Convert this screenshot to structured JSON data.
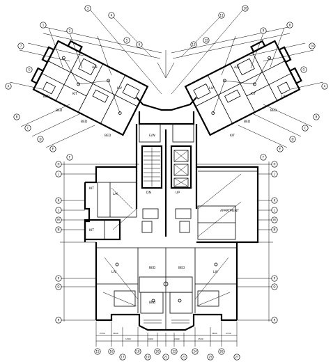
{
  "drawing": {
    "type": "electrical floor plan",
    "line_color": "#000000",
    "background": "#ffffff"
  },
  "room_labels": [
    {
      "id": "r1",
      "text": "A/B"
    },
    {
      "id": "r2",
      "text": "KIT"
    },
    {
      "id": "r3",
      "text": "LIV"
    },
    {
      "id": "r4",
      "text": "BED"
    },
    {
      "id": "r5",
      "text": "BED"
    },
    {
      "id": "r6",
      "text": "KIT"
    },
    {
      "id": "r7",
      "text": "LIV"
    },
    {
      "id": "r8",
      "text": "A/B"
    },
    {
      "id": "r9",
      "text": "E/W"
    },
    {
      "id": "r10",
      "text": "BED"
    },
    {
      "id": "r11",
      "text": "KIT"
    },
    {
      "id": "r12",
      "text": "BED"
    },
    {
      "id": "r13",
      "text": "LIV"
    },
    {
      "id": "r14",
      "text": "BED"
    },
    {
      "id": "r15",
      "text": "BED"
    },
    {
      "id": "r16",
      "text": "L/K"
    },
    {
      "id": "r17",
      "text": "DN"
    },
    {
      "id": "r18",
      "text": "UP"
    },
    {
      "id": "r19",
      "text": "LIV"
    },
    {
      "id": "r20",
      "text": "BED"
    },
    {
      "id": "r21",
      "text": "BED"
    },
    {
      "id": "r22",
      "text": "LIV"
    },
    {
      "id": "r23",
      "text": "KIT"
    },
    {
      "id": "r24",
      "text": "KIT"
    },
    {
      "id": "r25",
      "text": "APARTMENT"
    },
    {
      "id": "r26",
      "text": "BED"
    }
  ],
  "dimension_labels": [
    {
      "id": "d1",
      "text": "2700"
    },
    {
      "id": "d2",
      "text": "3600"
    },
    {
      "id": "d3",
      "text": "1500"
    },
    {
      "id": "d4",
      "text": "2400"
    },
    {
      "id": "d5",
      "text": "2400"
    },
    {
      "id": "d6",
      "text": "1500"
    },
    {
      "id": "d7",
      "text": "3600"
    },
    {
      "id": "d8",
      "text": "2700"
    }
  ],
  "axis_bubbles": {
    "top_left": [
      "1",
      "2",
      "3",
      "4",
      "5",
      "6",
      "7"
    ],
    "top_right": [
      "8",
      "9",
      "10",
      "11",
      "12",
      "13",
      "14"
    ],
    "left_upper": [
      "A",
      "B",
      "C",
      "D",
      "E",
      "F",
      "G"
    ],
    "right_upper": [
      "A",
      "B",
      "C",
      "D",
      "E",
      "F",
      "G"
    ],
    "left_side": [
      "H",
      "J",
      "K",
      "L",
      "M",
      "N",
      "P",
      "Q",
      "R"
    ],
    "right_side": [
      "H",
      "J",
      "K",
      "L",
      "M",
      "N",
      "P",
      "Q",
      "R"
    ],
    "bottom": [
      "15",
      "16",
      "17",
      "18",
      "19",
      "20",
      "21",
      "22",
      "23",
      "24",
      "25",
      "26",
      "27"
    ]
  }
}
